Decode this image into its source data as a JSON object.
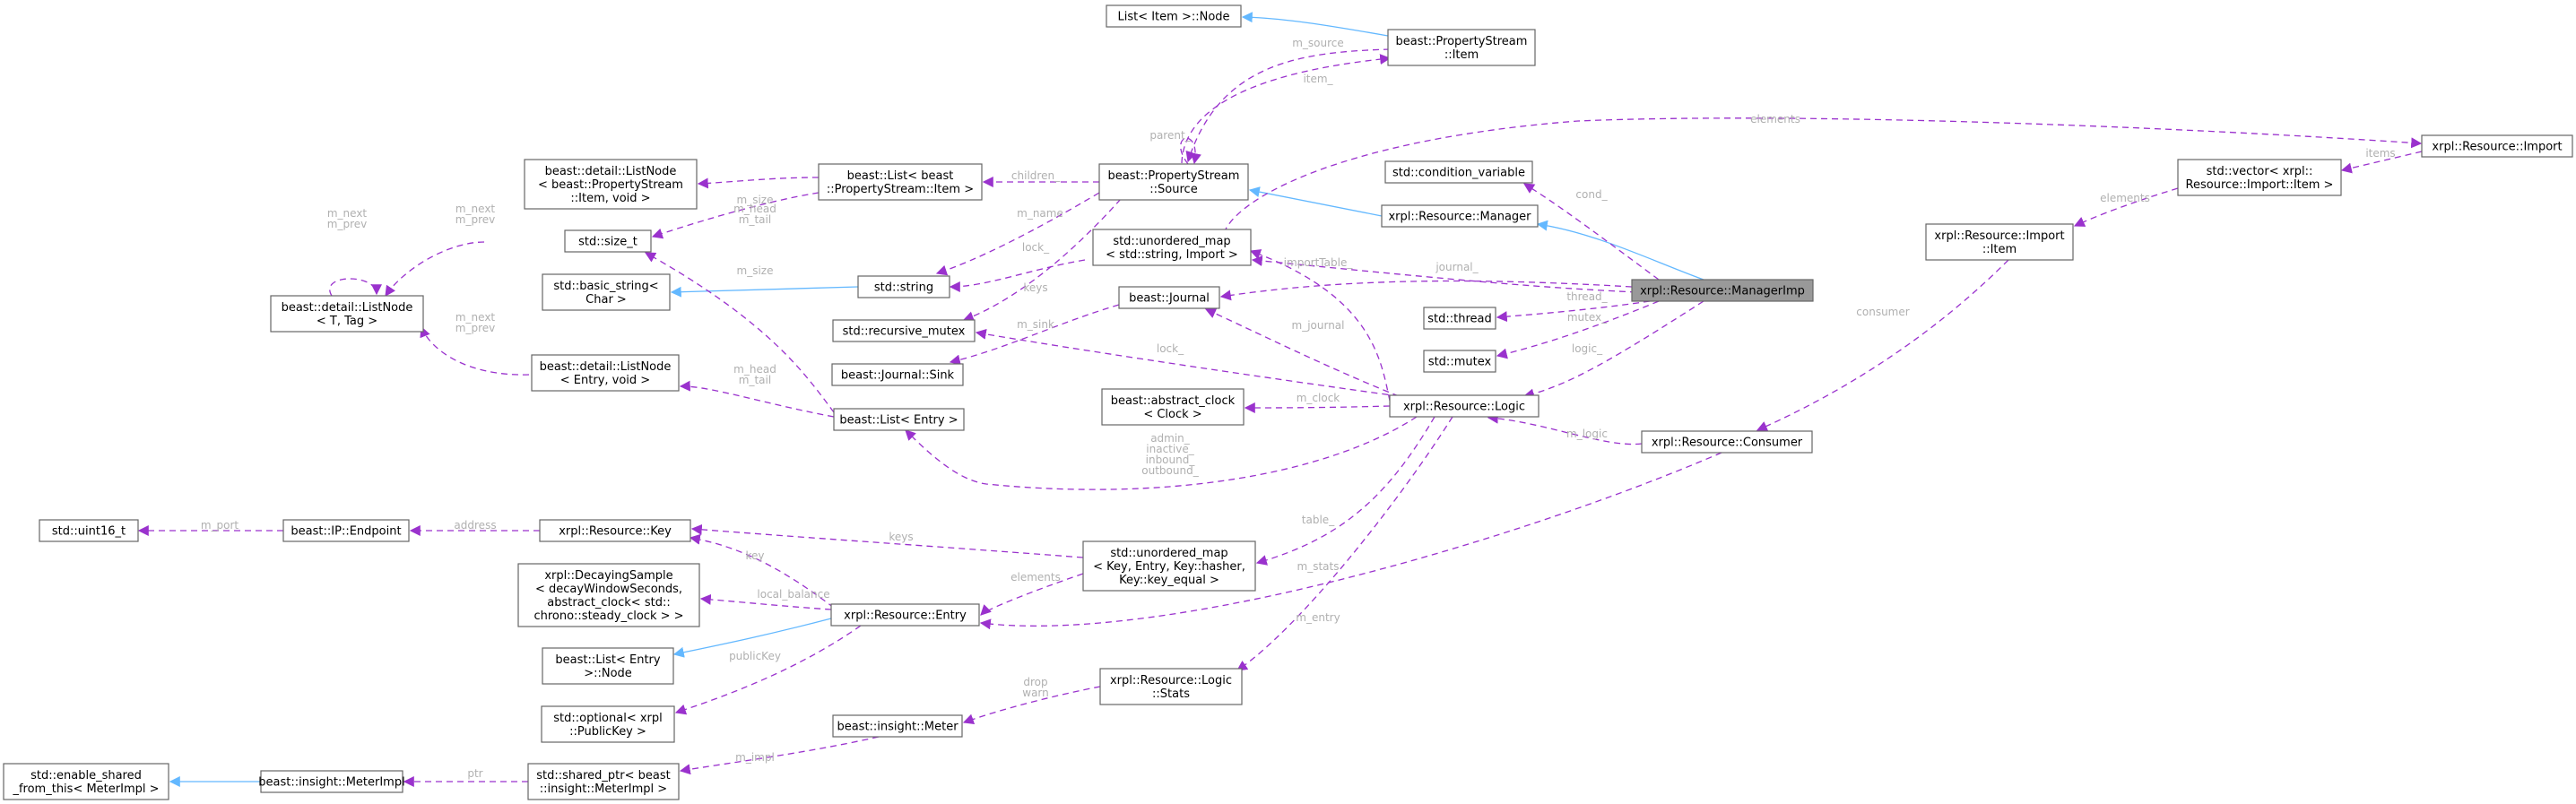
{
  "nodes": {
    "list_item_node": [
      "List< Item >::Node"
    ],
    "ps_item": [
      "beast::PropertyStream",
      "::Item"
    ],
    "ps_source": [
      "beast::PropertyStream",
      "::Source"
    ],
    "list_ps_item": [
      "beast::List< beast",
      "::PropertyStream::Item >"
    ],
    "listnode_ps_item": [
      "beast::detail::ListNode",
      "< beast::PropertyStream",
      "::Item, void >"
    ],
    "listnode_t_tag": [
      "beast::detail::ListNode",
      "< T, Tag >"
    ],
    "size_t": [
      "std::size_t"
    ],
    "basic_string": [
      "std::basic_string<",
      "Char >"
    ],
    "string": [
      "std::string"
    ],
    "recursive_mutex": [
      "std::recursive_mutex"
    ],
    "listnode_entry": [
      "beast::detail::ListNode",
      "< Entry, void >"
    ],
    "list_entry": [
      "beast::List< Entry >"
    ],
    "unordered_map_import": [
      "std::unordered_map",
      "< std::string, Import >"
    ],
    "journal": [
      "beast::Journal"
    ],
    "journal_sink": [
      "beast::Journal::Sink"
    ],
    "abstract_clock": [
      "beast::abstract_clock",
      "< Clock >"
    ],
    "condition_variable": [
      "std::condition_variable"
    ],
    "manager": [
      "xrpl::Resource::Manager"
    ],
    "thread": [
      "std::thread"
    ],
    "mutex": [
      "std::mutex"
    ],
    "logic": [
      "xrpl::Resource::Logic"
    ],
    "manager_imp": [
      "xrpl::Resource::ManagerImp"
    ],
    "vector_import_item": [
      "std::vector< xrpl::",
      "Resource::Import::Item >"
    ],
    "import": [
      "xrpl::Resource::Import"
    ],
    "import_item": [
      "xrpl::Resource::Import",
      "::Item"
    ],
    "consumer": [
      "xrpl::Resource::Consumer"
    ],
    "uint16": [
      "std::uint16_t"
    ],
    "endpoint": [
      "beast::IP::Endpoint"
    ],
    "key": [
      "xrpl::Resource::Key"
    ],
    "decaying_sample": [
      "xrpl::DecayingSample",
      "< decayWindowSeconds,",
      "abstract_clock< std::",
      "chrono::steady_clock > >"
    ],
    "entry": [
      "xrpl::Resource::Entry"
    ],
    "unordered_map_entry": [
      "std::unordered_map",
      "< Key, Entry, Key::hasher,",
      "Key::key_equal >"
    ],
    "list_entry_node": [
      "beast::List< Entry",
      ">::Node"
    ],
    "optional_pubkey": [
      "std::optional< xrpl",
      "::PublicKey >"
    ],
    "stats": [
      "xrpl::Resource::Logic",
      "::Stats"
    ],
    "meter": [
      "beast::insight::Meter"
    ],
    "enable_shared": [
      "std::enable_shared",
      "_from_this< MeterImpl >"
    ],
    "meter_impl": [
      "beast::insight::MeterImpl"
    ],
    "shared_ptr_meter": [
      "std::shared_ptr< beast",
      "::insight::MeterImpl >"
    ]
  },
  "edge_labels": {
    "m_source": [
      "m_source"
    ],
    "item": [
      "item_"
    ],
    "parent": [
      "parent_"
    ],
    "children": [
      "children_"
    ],
    "m_head_tail_ps": [
      "m_head",
      "m_tail"
    ],
    "m_size_ps": [
      "m_size"
    ],
    "m_next_prev_ps": [
      "m_next",
      "m_prev"
    ],
    "m_next_prev_self": [
      "m_next",
      "m_prev"
    ],
    "m_next_prev_entry": [
      "m_next",
      "m_prev"
    ],
    "m_name": [
      "m_name"
    ],
    "lock_ps": [
      "lock_"
    ],
    "keys_map": [
      "keys"
    ],
    "m_size_entry": [
      "m_size"
    ],
    "m_head_tail_entry": [
      "m_head",
      "m_tail"
    ],
    "m_sink": [
      "m_sink"
    ],
    "elements_top": [
      "elements"
    ],
    "items": [
      "items"
    ],
    "elements_vec": [
      "elements"
    ],
    "cond": [
      "cond_"
    ],
    "import_table": [
      "importTable_"
    ],
    "journal_lbl": [
      "journal_"
    ],
    "thread_lbl": [
      "thread_"
    ],
    "mutex_lbl": [
      "mutex_"
    ],
    "logic_lbl": [
      "logic_"
    ],
    "m_journal": [
      "m_journal"
    ],
    "lock_logic": [
      "lock_"
    ],
    "m_clock": [
      "m_clock"
    ],
    "admin": [
      "admin_",
      "inactive_",
      "inbound_",
      "outbound_"
    ],
    "consumer_lbl": [
      "consumer"
    ],
    "m_logic": [
      "m_logic"
    ],
    "m_port": [
      "m_port"
    ],
    "address": [
      "address"
    ],
    "keys_entry": [
      "keys"
    ],
    "key_lbl": [
      "key"
    ],
    "table": [
      "table_"
    ],
    "local_balance": [
      "local_balance"
    ],
    "elements_entry": [
      "elements"
    ],
    "m_stats": [
      "m_stats"
    ],
    "m_entry": [
      "m_entry"
    ],
    "public_key": [
      "publicKey"
    ],
    "drop_warn": [
      "drop",
      "warn"
    ],
    "m_impl": [
      "m_impl"
    ],
    "ptr": [
      "ptr"
    ]
  },
  "colors": {
    "composition_edge": "#9a32cd",
    "inheritance_edge": "#63b8ff",
    "highlighted_node": "#999999",
    "node_border": "#666666",
    "edge_label": "#b0b0b0"
  }
}
